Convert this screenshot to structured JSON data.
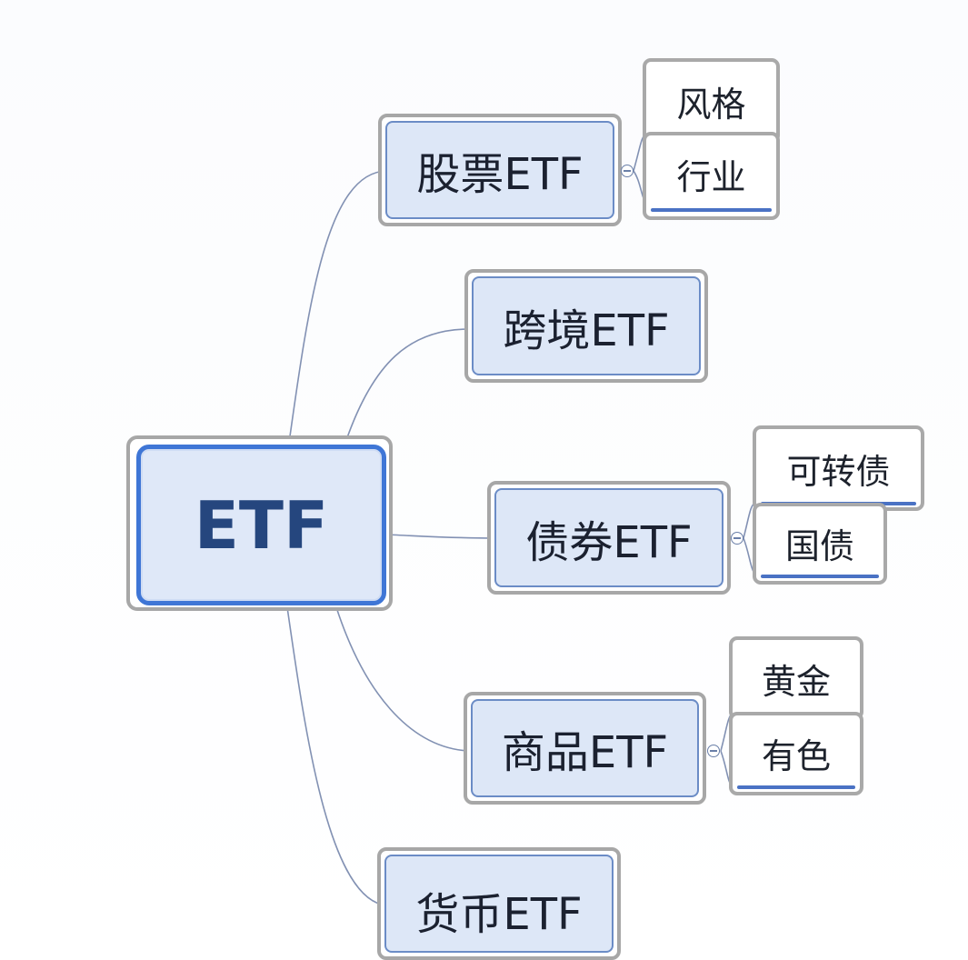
{
  "root": {
    "label": "ETF"
  },
  "branches": [
    {
      "label": "股票ETF",
      "children": [
        "风格",
        "行业"
      ]
    },
    {
      "label": "跨境ETF",
      "children": []
    },
    {
      "label": "债券ETF",
      "children": [
        "可转债",
        "国债"
      ]
    },
    {
      "label": "商品ETF",
      "children": [
        "黄金",
        "有色"
      ]
    },
    {
      "label": "货币ETF",
      "children": []
    }
  ],
  "colors": {
    "root_border": "#3f76d6",
    "node_fill": "#dde7f7",
    "frame_grey": "#a7a7a7",
    "link": "#7f8fb0",
    "leaf_underline": "#4a72c4"
  }
}
